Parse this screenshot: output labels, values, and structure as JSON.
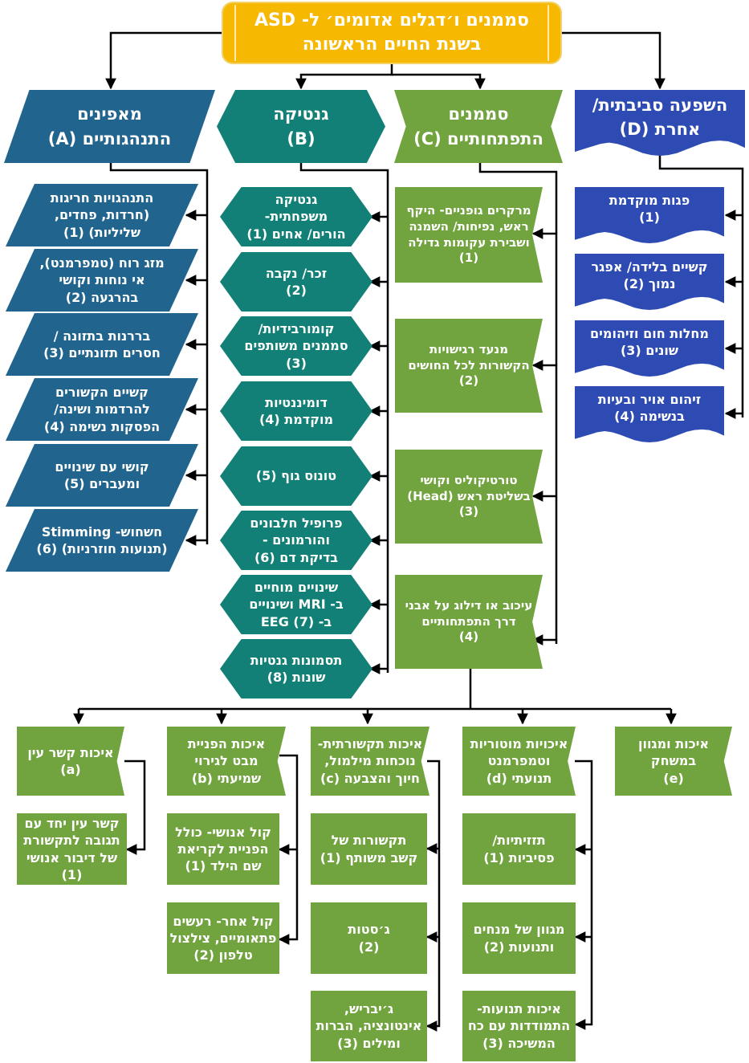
{
  "title": {
    "line1": "סממנים ו׳דגלים אדומים׳ ל- ASD",
    "line2": "בשנת החיים הראשונה"
  },
  "categories": {
    "A": {
      "label": "מאפינים\nהתנהגותיים (A)",
      "color": "#21658f",
      "items": [
        "התנהגויות חריגות\n(חרדות, פחדים,\nשליליות) (1)",
        "מזג רוח (טמפרמנט),\nאי נוחות וקושי\nבהרגעה (2)",
        "בררנות בתזונה /\nחסרים תזונתיים (3)",
        "קשיים הקשורים\nלהרדמות ושינה/\nהפסקות נשימה (4)",
        "קושי עם שינויים\nומעברים (5)",
        "חשחוש- Stimming\n(תנועות חוזרניות) (6)"
      ]
    },
    "B": {
      "label": "גנטיקה\n(B)",
      "color": "#128076",
      "items": [
        "גנטיקה\nמשפחתית-\nהורים/ אחים (1)",
        "זכר/ נקבה\n(2)",
        "קומורבידיות/\nסממנים משותפים\n(3)",
        "דומיננטיות\nמוקדמת (4)",
        "טונוס גוף (5)",
        "פרופיל חלבונים\nוהורמונים -\nבדיקת דם (6)",
        "שינויים מוחיים\nב- MRI ושינויים\nב- EEG (7)",
        "תסמונות גנטיות\nשונות (8)"
      ]
    },
    "C": {
      "label": "סממנים\nהתפתחותיים (C)",
      "color": "#71a33f",
      "items": [
        "מרקרים גופניים- היקף\nראש, נפיחות/ השמנה\nושבירת עקומות גדילה\n(1)",
        "מנעד רגישויות\nהקשורות לכל החושים\n(2)",
        "טורטיקוליס וקושי\nבשליטת ראש (Head)\n(3)",
        "עיכוב או דילוג על אבני\nדרך התפתחותיים\n(4)"
      ]
    },
    "D": {
      "label": "השפעה סביבתית/\nאחרת (D)",
      "color": "#2e4bb3",
      "items": [
        "פגות מוקדמת\n(1)",
        "קשיים בלידה/ אפגר\nנמוך (2)",
        "מחלות חום וזיהומים\nשונים (3)",
        "זיהום אויר ובעיות\nבנשימה (4)"
      ]
    }
  },
  "subgroups": {
    "a": {
      "label": "איכות קשר עין\n(a)",
      "items": [
        "קשר עין יחד עם\nתגובה לתקשורת\nשל דיבור אנושי\n(1)"
      ]
    },
    "b": {
      "label": "איכות הפניית\nמבט לגירוי\nשמיעתי (b)",
      "items": [
        "קול אנושי- כולל\nהפניית לקריאת\nשם הילד (1)",
        "קול אחר- רעשים\nפתאומיים, צילצול\nטלפון (2)"
      ]
    },
    "c": {
      "label": "איכות תקשורתית-\nנוכחות מילמול,\nחיוך והצבעה (c)",
      "items": [
        "תקשורות של\nקשב משותף (1)",
        "ג׳סטות\n(2)",
        "ג׳יבריש,\nאינטונציה, הברות\nומילים (3)"
      ]
    },
    "d": {
      "label": "איכויות מוטוריות\nוטמפרמנט\nתנועתי (d)",
      "items": [
        "תזזיתיות/\nפסיביות (1)",
        "מגוון של מנחים\nותנועות (2)",
        "איכות תנועות-\nהתמודדות עם כח\nהמשיכה (3)"
      ]
    },
    "e": {
      "label": "איכות ומגוון\nבמשחק\n(e)",
      "items": []
    }
  }
}
